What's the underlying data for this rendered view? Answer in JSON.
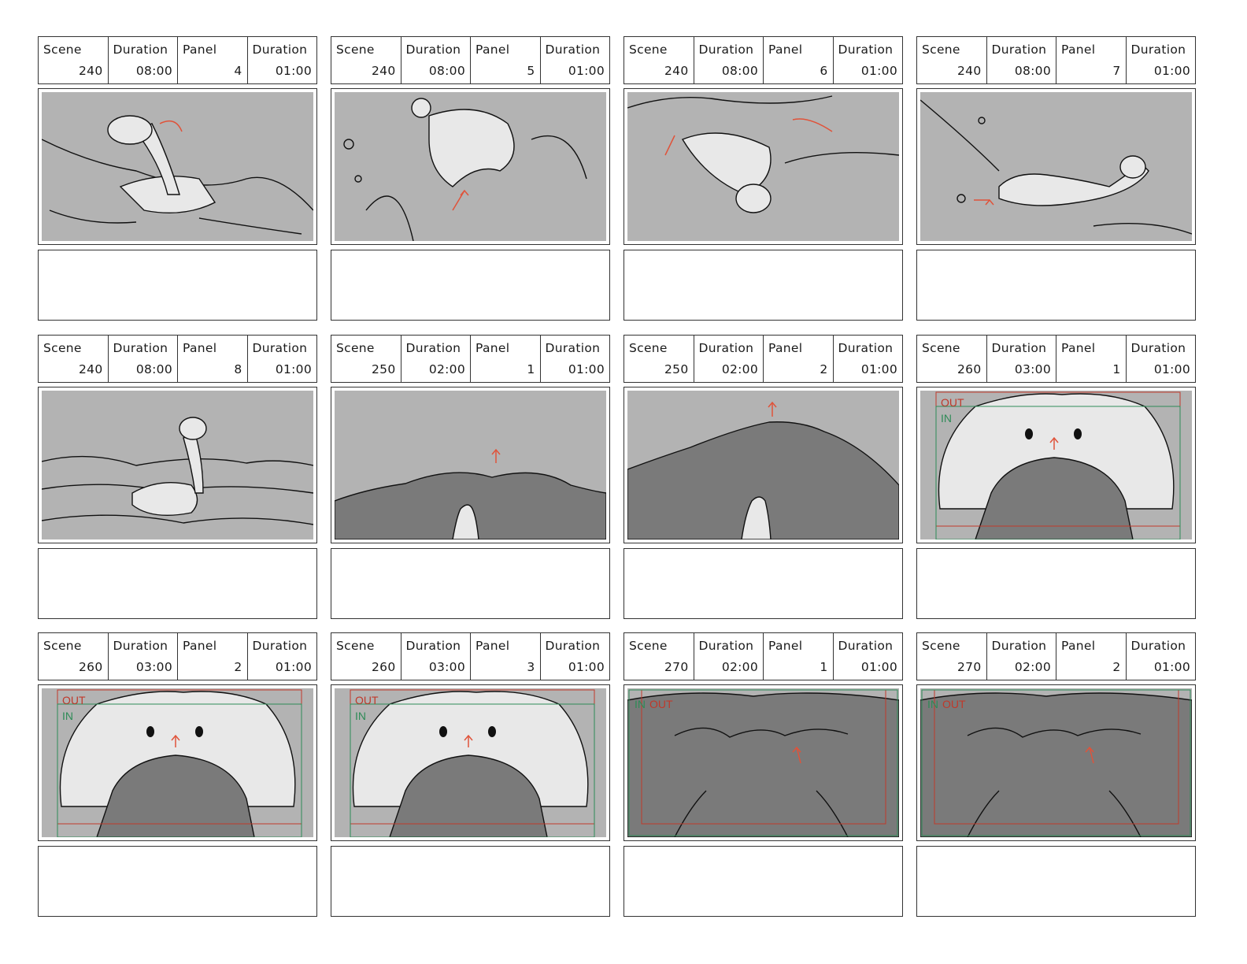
{
  "labels": {
    "scene": "Scene",
    "duration": "Duration",
    "panel": "Panel",
    "panel_duration": "Duration"
  },
  "colors": {
    "background": "#ffffff",
    "frame_gray": "#b3b3b3",
    "sea_dark": "#7a7a7a",
    "figure": "#e8e8e8",
    "arrow": "#e0533a",
    "out_guide": "#c0392b",
    "in_guide": "#2e8b57"
  },
  "panels": [
    {
      "scene": "240",
      "duration": "08:00",
      "panel": "4",
      "panel_duration": "01:00",
      "art": "swim"
    },
    {
      "scene": "240",
      "duration": "08:00",
      "panel": "5",
      "panel_duration": "01:00",
      "art": "dive"
    },
    {
      "scene": "240",
      "duration": "08:00",
      "panel": "6",
      "panel_duration": "01:00",
      "art": "spin"
    },
    {
      "scene": "240",
      "duration": "08:00",
      "panel": "7",
      "panel_duration": "01:00",
      "art": "glide"
    },
    {
      "scene": "240",
      "duration": "08:00",
      "panel": "8",
      "panel_duration": "01:00",
      "art": "float"
    },
    {
      "scene": "250",
      "duration": "02:00",
      "panel": "1",
      "panel_duration": "01:00",
      "art": "wave-back"
    },
    {
      "scene": "250",
      "duration": "02:00",
      "panel": "2",
      "panel_duration": "01:00",
      "art": "wave-up"
    },
    {
      "scene": "260",
      "duration": "03:00",
      "panel": "1",
      "panel_duration": "01:00",
      "art": "face",
      "out": "OUT",
      "in": "IN"
    },
    {
      "scene": "260",
      "duration": "03:00",
      "panel": "2",
      "panel_duration": "01:00",
      "art": "face",
      "out": "OUT",
      "in": "IN"
    },
    {
      "scene": "260",
      "duration": "03:00",
      "panel": "3",
      "panel_duration": "01:00",
      "art": "face",
      "out": "OUT",
      "in": "IN"
    },
    {
      "scene": "270",
      "duration": "02:00",
      "panel": "1",
      "panel_duration": "01:00",
      "art": "mound",
      "out": "OUT",
      "in": "IN"
    },
    {
      "scene": "270",
      "duration": "02:00",
      "panel": "2",
      "panel_duration": "01:00",
      "art": "mound",
      "out": "OUT",
      "in": "IN"
    }
  ]
}
